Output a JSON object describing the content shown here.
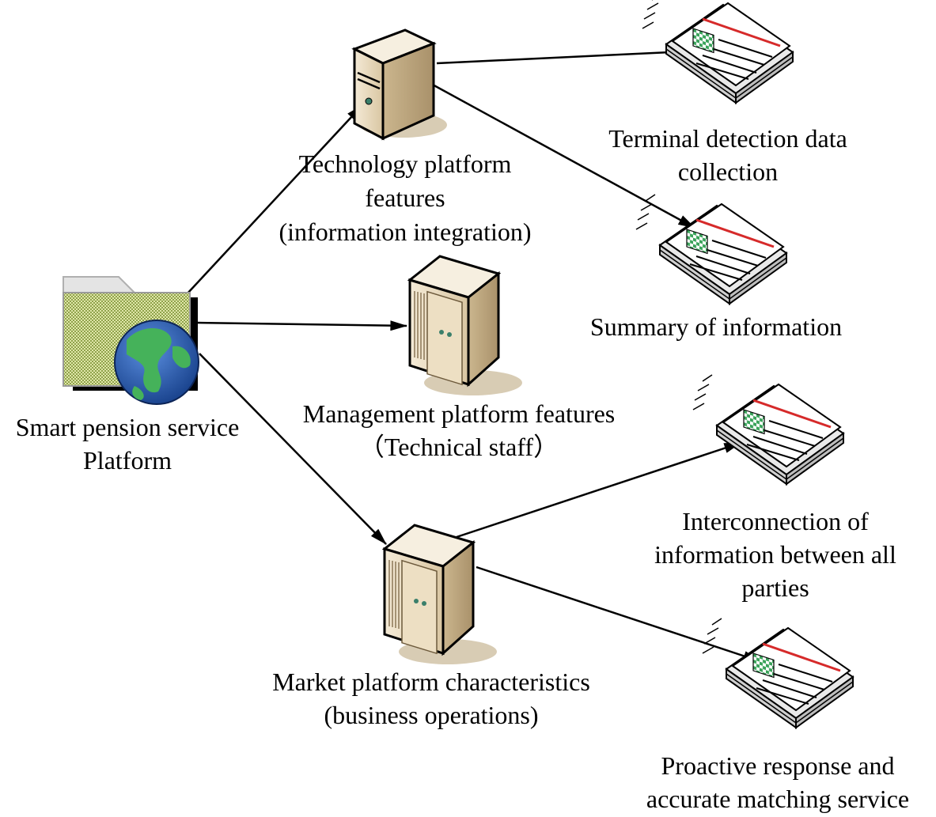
{
  "nodes": {
    "platform": {
      "lines": [
        "Smart pension service",
        "Platform"
      ],
      "icon": "folder-globe-icon"
    },
    "technology": {
      "lines": [
        "Technology platform",
        "features",
        "(information integration)"
      ],
      "icon": "server-tower-icon"
    },
    "management": {
      "lines": [
        "Management platform features",
        "（Technical staff）"
      ],
      "icon": "server-cabinet-icon"
    },
    "market": {
      "lines": [
        "Market platform characteristics",
        "(business operations)"
      ],
      "icon": "server-cabinet-icon"
    },
    "terminal": {
      "lines": [
        "Terminal detection data",
        "collection"
      ],
      "icon": "document-stack-icon"
    },
    "summary": {
      "lines": [
        "Summary of information"
      ],
      "icon": "document-stack-icon"
    },
    "interconnection": {
      "lines": [
        "Interconnection of",
        "information between all",
        "parties"
      ],
      "icon": "document-stack-icon"
    },
    "proactive": {
      "lines": [
        "Proactive response and",
        "accurate matching service"
      ],
      "icon": "document-stack-icon"
    }
  },
  "edges": [
    {
      "from": "platform",
      "to": "technology"
    },
    {
      "from": "platform",
      "to": "management"
    },
    {
      "from": "platform",
      "to": "market"
    },
    {
      "from": "technology",
      "to": "terminal"
    },
    {
      "from": "technology",
      "to": "summary"
    },
    {
      "from": "market",
      "to": "interconnection"
    },
    {
      "from": "market",
      "to": "proactive"
    }
  ],
  "colors": {
    "line": "#000000",
    "document_accent": "#d62a2a",
    "document_check": "#3aa35a",
    "server_beige": "#e7d8bd",
    "globe_ocean": "#2a5fb0",
    "globe_land": "#45b25a",
    "folder_pattern": "#c8d68a"
  }
}
